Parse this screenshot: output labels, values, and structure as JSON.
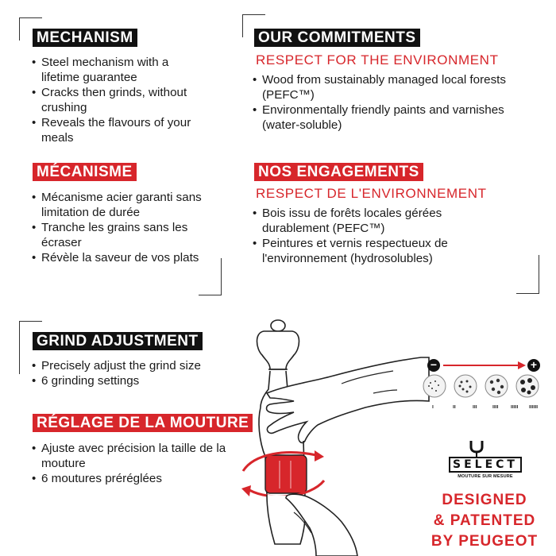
{
  "mechanism_en": {
    "title": "MECHANISM",
    "bullets": [
      "Steel mechanism with a lifetime guarantee",
      "Cracks then grinds, without crushing",
      "Reveals the flavours of your meals"
    ]
  },
  "mechanism_fr": {
    "title": "MÉCANISME",
    "bullets": [
      "Mécanisme acier garanti sans limitation de durée",
      "Tranche les grains sans les écraser",
      "Révèle la saveur de vos plats"
    ]
  },
  "commitments_en": {
    "title": "OUR COMMITMENTS",
    "subtitle": "RESPECT FOR THE ENVIRONMENT",
    "bullets": [
      "Wood from sustainably managed local forests (PEFC™)",
      "Environmentally friendly paints and varnishes (water-soluble)"
    ]
  },
  "commitments_fr": {
    "title": "NOS ENGAGEMENTS",
    "subtitle": "RESPECT DE L'ENVIRONNEMENT",
    "bullets": [
      "Bois issu de forêts locales gérées durablement (PEFC™)",
      "Peintures et vernis respectueux de l'environnement (hydrosolubles)"
    ]
  },
  "grind_en": {
    "title": "GRIND ADJUSTMENT",
    "bullets": [
      "Precisely adjust the grind size",
      "6 grinding settings"
    ]
  },
  "grind_fr": {
    "title": "RÉGLAGE DE LA MOUTURE",
    "bullets": [
      "Ajuste avec précision la taille de la mouture",
      "6 moutures préréglées"
    ]
  },
  "grind_scale": {
    "minus_symbol": "−",
    "plus_symbol": "+",
    "levels": [
      "I",
      "II",
      "III",
      "IIII",
      "IIIII",
      "IIIIII"
    ]
  },
  "select_logo": {
    "letters": "SELECT",
    "tagline": "MOUTURE SUR MESURE"
  },
  "patent": {
    "line1": "DESIGNED",
    "line2": "& PATENTED",
    "line3": "BY PEUGEOT"
  },
  "colors": {
    "accent_red": "#d7262b",
    "label_black": "#111111"
  }
}
